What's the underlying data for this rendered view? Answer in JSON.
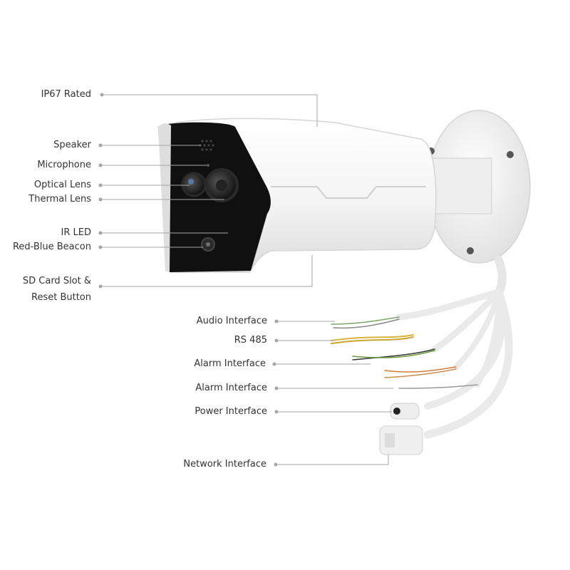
{
  "labels": {
    "ip67": "IP67 Rated",
    "speaker": "Speaker",
    "microphone": "Microphone",
    "optical_lens": "Optical Lens",
    "thermal_lens": "Thermal Lens",
    "ir_led": "IR LED",
    "beacon": "Red-Blue Beacon",
    "sd_card_1": "SD Card Slot &",
    "sd_card_2": "Reset Button",
    "audio": "Audio Interface",
    "rs485": "RS 485",
    "alarm_1": "Alarm Interface",
    "alarm_2": "Alarm Interface",
    "power": "Power Interface",
    "network": "Network Interface"
  },
  "colors": {
    "leader": "#a6a6a6",
    "text": "#333333",
    "camera_body": "#f7f7f7",
    "camera_face": "#0f0f0f"
  }
}
